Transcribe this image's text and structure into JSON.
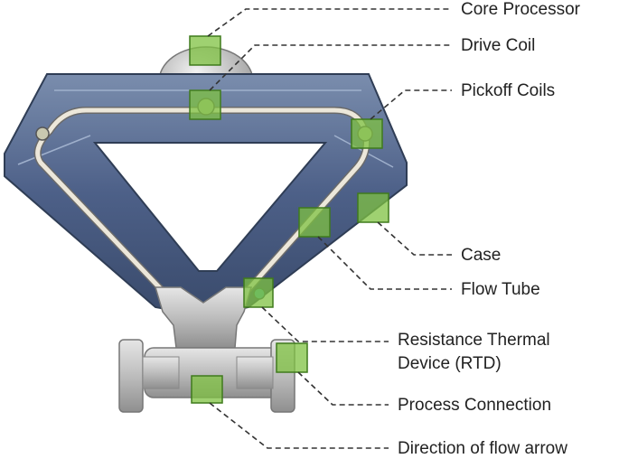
{
  "labels": {
    "core_processor": "Core Processor",
    "drive_coil": "Drive Coil",
    "pickoff_coils": "Pickoff Coils",
    "case": "Case",
    "flow_tube": "Flow Tube",
    "rtd_line1": "Resistance Thermal",
    "rtd_line2": "Device (RTD)",
    "process_connection": "Process Connection",
    "flow_arrow": "Direction of flow arrow"
  },
  "colors": {
    "case_fill": "#56698a",
    "case_edge": "#2f3d55",
    "tube_fill": "#e8e3d6",
    "marker_fill": "#7fc241",
    "marker_edge": "#3f7a1c",
    "leader_line": "#333333",
    "metal": "#c8c8c8"
  }
}
